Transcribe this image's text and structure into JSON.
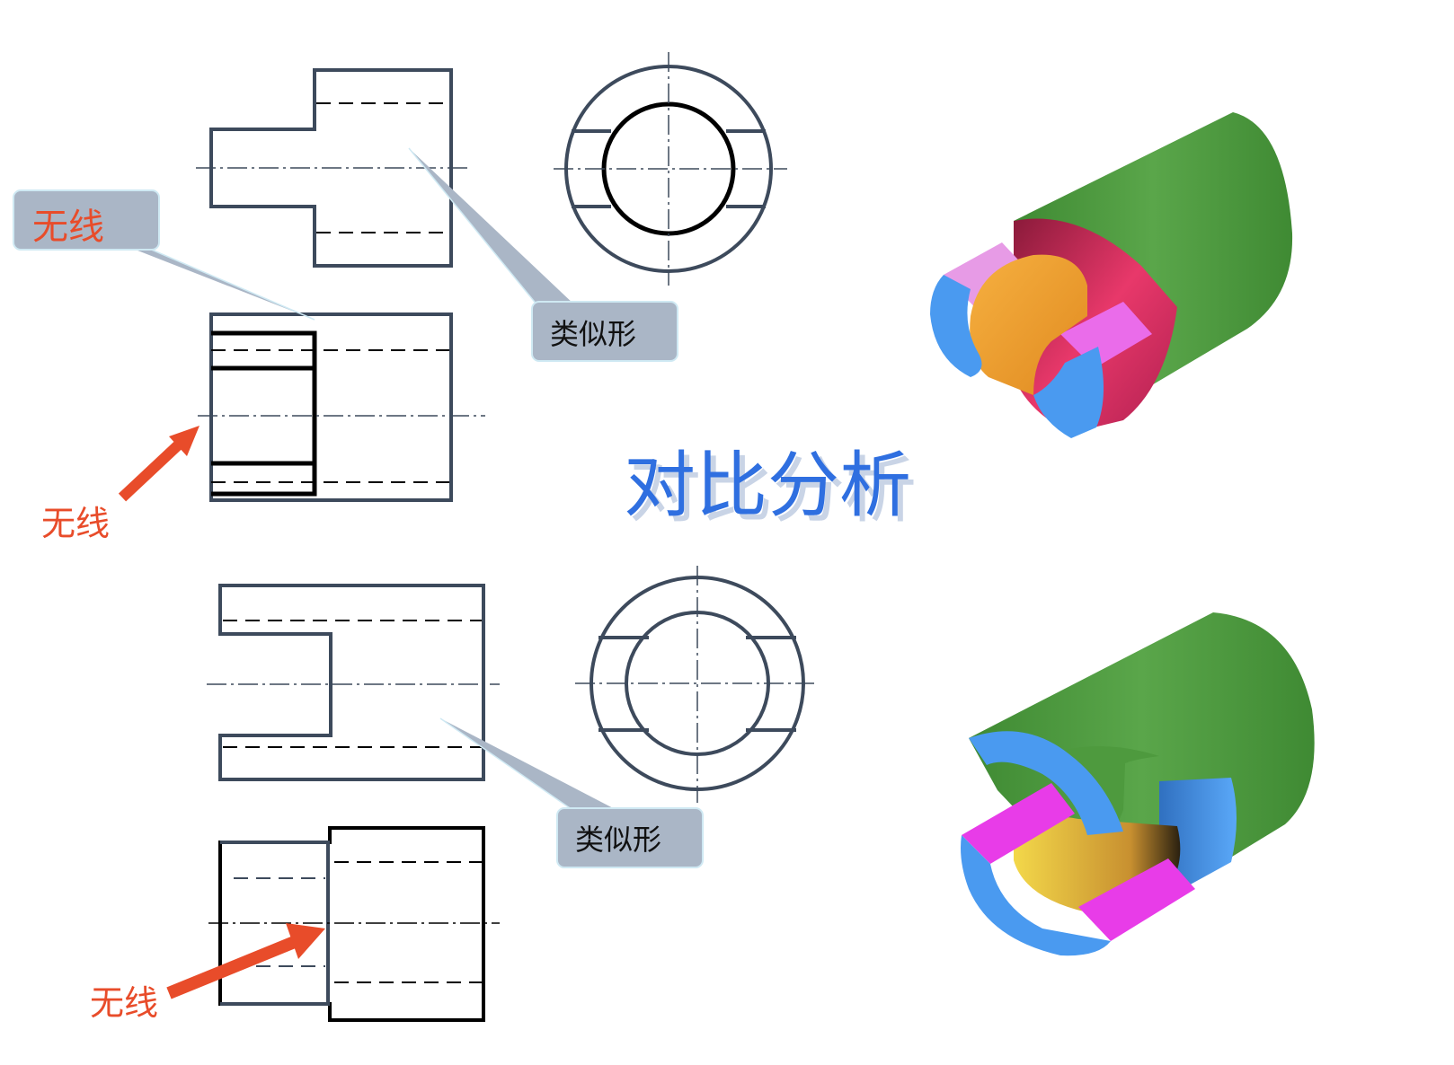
{
  "title": "对比分析",
  "callouts": {
    "top_no_line_box": "无线",
    "top_no_line_arrow": "无线",
    "top_similar_shape": "类似形",
    "bottom_similar_shape": "类似形",
    "bottom_no_line_arrow": "无线"
  },
  "colors": {
    "outline": "#3d4a5c",
    "bold_line": "#000000",
    "title_blue": "#2f6fe0",
    "callout_red": "#e84c2a",
    "callout_box": "#aab6c6",
    "green": "#4e9a3e",
    "blue": "#4a9af0",
    "magenta": "#e83ce8",
    "pink": "#ea92ea",
    "orange": "#f0a030",
    "crimson": "#d83060",
    "yellow": "#f0d040"
  }
}
